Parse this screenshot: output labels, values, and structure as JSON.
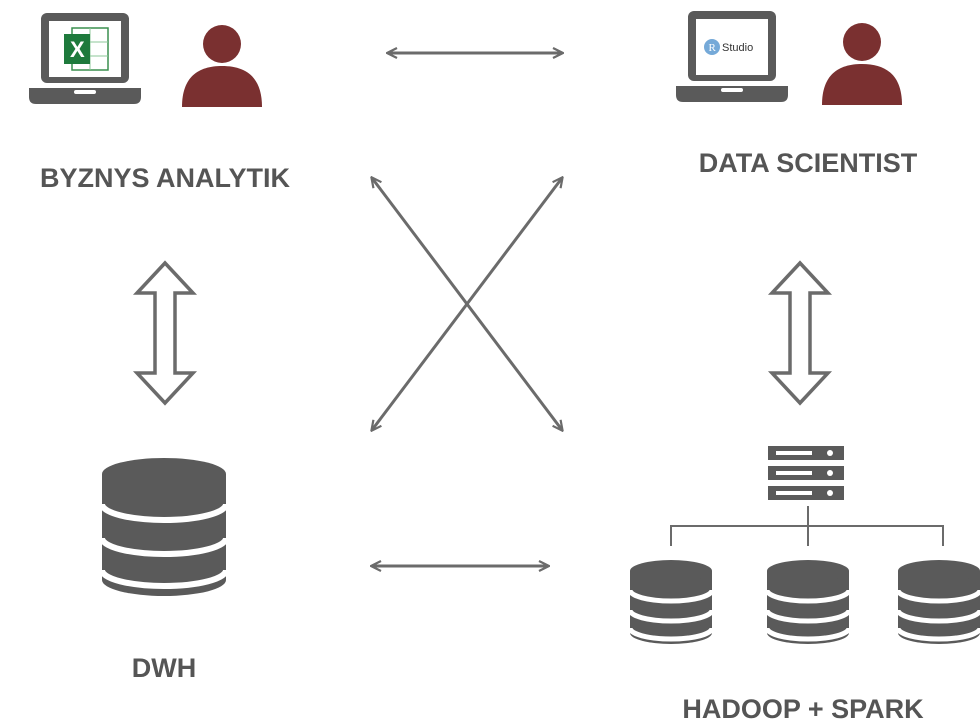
{
  "nodes": {
    "business_analyst": {
      "label": "BYZNYS  ANALYTIK",
      "tool": "excel-icon",
      "excel_letter": "X"
    },
    "data_scientist": {
      "label": "DATA  SCIENTIST",
      "tool": "rstudio-icon",
      "rstudio_letter": "R",
      "rstudio_text": "Studio"
    },
    "dwh": {
      "label": "DWH"
    },
    "hadoop": {
      "label": "HADOOP + SPARK"
    }
  },
  "colors": {
    "icon_gray": "#5a5a5a",
    "person": "#7a3030",
    "label": "#555555",
    "arrow": "#6b6b6b",
    "excel_green": "#1e7a3c",
    "rstudio_blue": "#75a9d8"
  }
}
